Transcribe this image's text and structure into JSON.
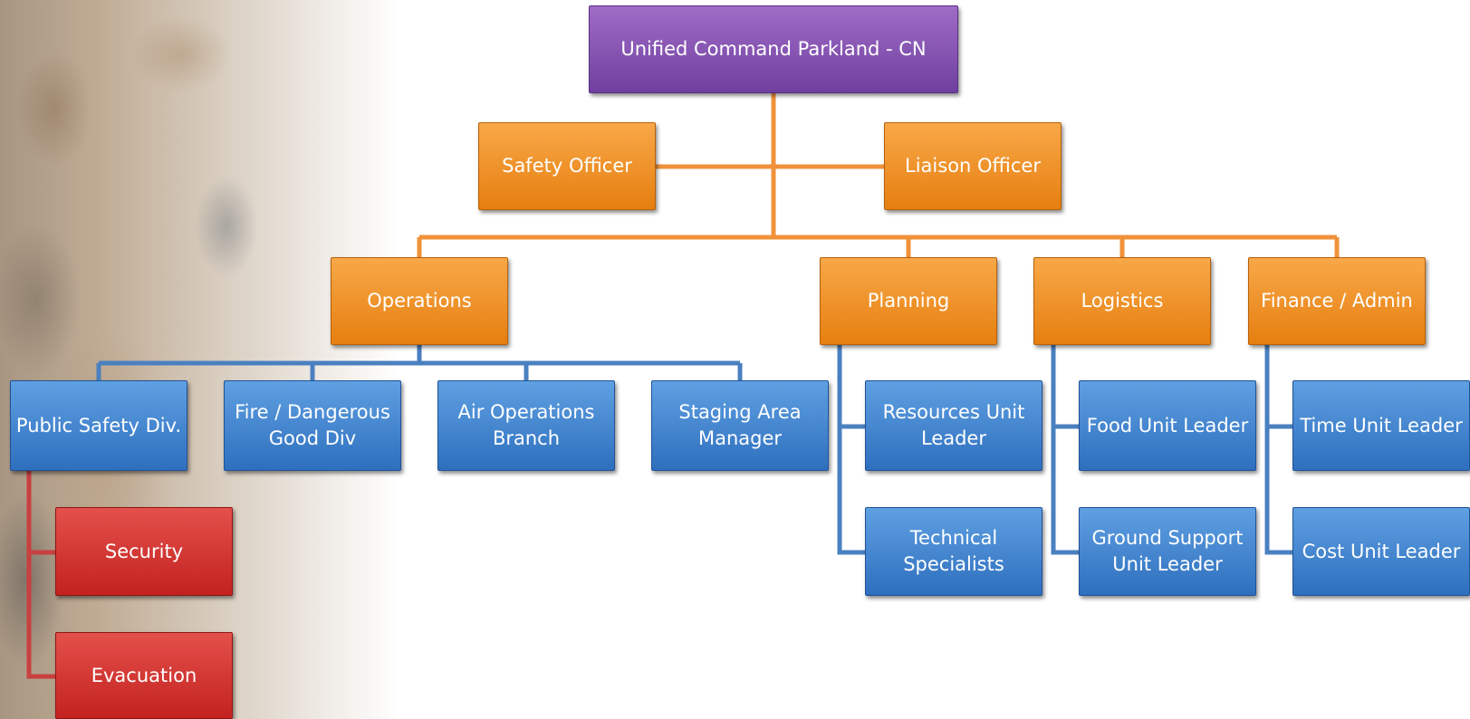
{
  "chart": {
    "command": "Unified Command Parkland - CN",
    "command_staff": [
      "Safety Officer",
      "Liaison Officer"
    ],
    "sections": [
      "Operations",
      "Planning",
      "Logistics",
      "Finance / Admin"
    ],
    "operations_units": [
      "Public Safety Div.",
      "Fire / Dangerous Good Div",
      "Air Operations Branch",
      "Staging Area Manager"
    ],
    "public_safety_units": [
      "Security",
      "Evacuation"
    ],
    "planning_units": [
      "Resources Unit Leader",
      "Technical Specialists"
    ],
    "logistics_units": [
      "Food Unit Leader",
      "Ground Support Unit Leader"
    ],
    "finance_units": [
      "Time Unit Leader",
      "Cost Unit Leader"
    ]
  },
  "colors": {
    "command": "#7f4fb0",
    "section": "#f0901c",
    "unit": "#3a7fcc",
    "sub_unit": "#d0302c",
    "connector_orange": "#f0923a",
    "connector_blue": "#4a80c0",
    "connector_red": "#c84040"
  }
}
